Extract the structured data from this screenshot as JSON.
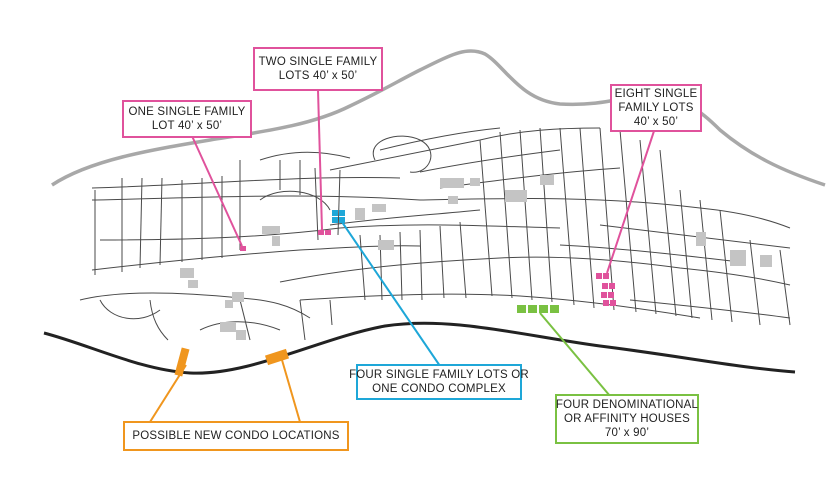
{
  "colors": {
    "magenta": "#e0529c",
    "blue": "#1ea7d8",
    "orange": "#f0961e",
    "green": "#7ac142",
    "road": "#4a4a4a",
    "highway": "#222222",
    "river": "#a8a8a8",
    "building": "#c4c4c4"
  },
  "callouts": {
    "two_single_family": {
      "line1": "TWO SINGLE FAMILY",
      "line2": "LOTS 40’ x 50’"
    },
    "one_single_family": {
      "line1": "ONE SINGLE FAMILY",
      "line2": "LOT 40’ x 50’"
    },
    "eight_single_family": {
      "line1": "EIGHT SINGLE",
      "line2": "FAMILY LOTS",
      "line3": "40’ x 50’"
    },
    "four_single_family": {
      "line1": "FOUR SINGLE FAMILY LOTS OR",
      "line2": "ONE CONDO COMPLEX"
    },
    "denominational": {
      "line1": "FOUR DENOMINATIONAL",
      "line2": "OR AFFINITY HOUSES",
      "line3": "70’ x 90’"
    },
    "condo_locations": {
      "line1": "POSSIBLE NEW CONDO LOCATIONS"
    }
  }
}
